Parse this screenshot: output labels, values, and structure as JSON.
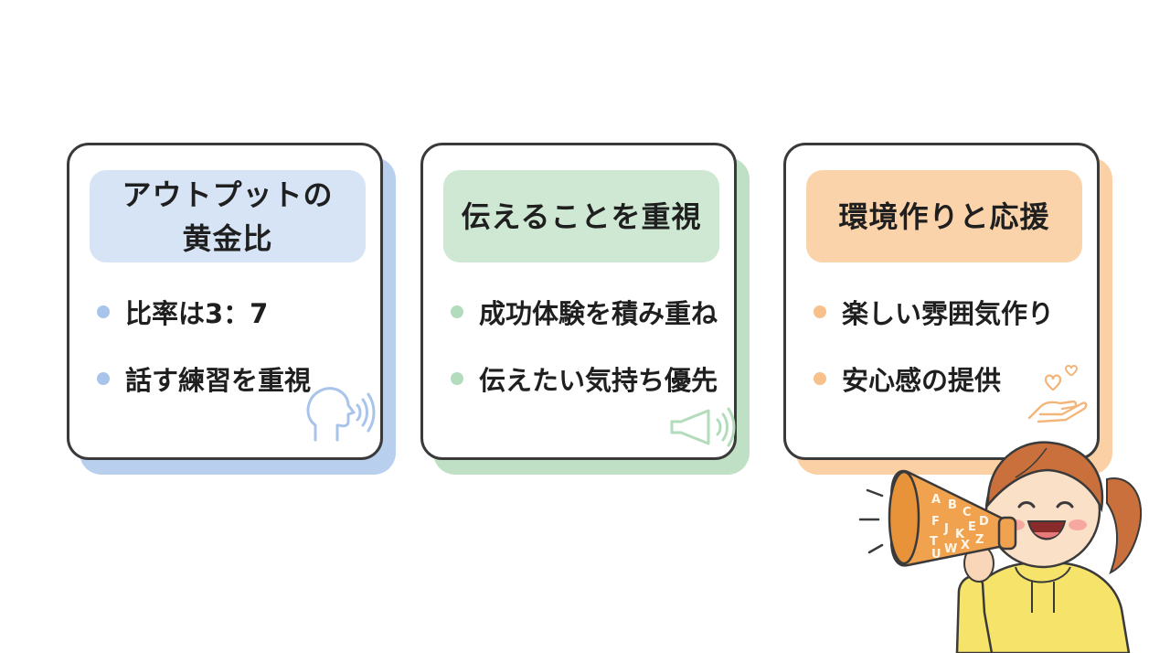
{
  "colors": {
    "blue_header": "#d6e4f5",
    "blue_shadow": "#b8cfee",
    "blue_dot": "#a9c4ea",
    "green_header": "#cfe8d3",
    "green_shadow": "#bfe0c4",
    "green_dot": "#b2dcbb",
    "orange_header": "#fbd3aa",
    "orange_shadow": "#fbd0a4",
    "orange_dot": "#f8c08a",
    "border": "#3a3a3a"
  },
  "cards": [
    {
      "title_line1": "アウトプットの",
      "title_line2": "黄金比",
      "items": [
        "比率は3：7",
        "話す練習を重視"
      ],
      "icon": "speaking-head-icon"
    },
    {
      "title": "伝えることを重視",
      "items": [
        "成功体験を積み重ね",
        "伝えたい気持ち優先"
      ],
      "icon": "megaphone-icon"
    },
    {
      "title": "環境作りと応援",
      "items": [
        "楽しい雰囲気作り",
        "安心感の提供"
      ],
      "icon": "hand-hearts-icon"
    }
  ],
  "illustration": {
    "icon": "girl-with-megaphone-illustration",
    "megaphone_letters": [
      "A",
      "B",
      "C",
      "D",
      "E",
      "F",
      "J",
      "K",
      "T",
      "U",
      "W",
      "X",
      "Z"
    ]
  }
}
